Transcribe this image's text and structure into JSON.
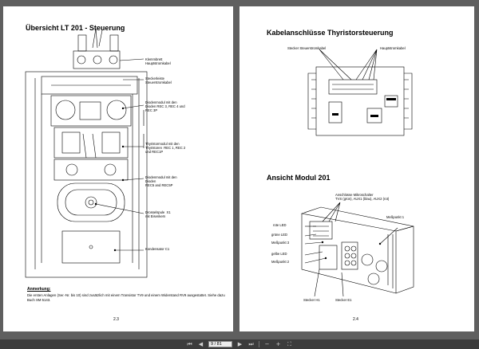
{
  "left_page": {
    "title": "Übersicht LT 201 - Steuerung",
    "labels": {
      "klemmbrett": "Klemmbrett\nHauptstromkabel",
      "steckerleiste": "Steckerleiste\nSteuerstromkabel",
      "diodenmodul1": "Diodenmodul mit den\nDioden REC 3, REC 4 und\nREC 3P",
      "thyristormodul": "Thyristormodul mit den\nThyristoren  REC 1, REC 2\nund REC1P",
      "diodenmodul2": "Diodenmodul mit den\nDioden\nREC5 and REC5P",
      "drossel": "Drosselspule  X1\nmit Eisenkern",
      "kondensator": "Kondensator C1"
    },
    "note_heading": "Anmerkung:",
    "note_text": "Die ersten Anlagen (Ser.-Nr. bis 10) sind zusätzlich mit einem Transistor TV9 und einem Widerstand RV9 ausgestattet. Siehe dazu  Buch SM 5143.",
    "page_number": "2.3"
  },
  "right_page": {
    "title1": "Kabelanschlüsse Thyristorsteuerung",
    "label_stecker": "Stecker Steuerstromkabel",
    "label_haupt": "Hauptstromkabel",
    "title2": "Ansicht Modul 201",
    "labels": {
      "anschluesse": "Anschlüsse Mikroschalter\nTVS (grün), AUX1 (blau), AUX2 (rot)",
      "rote_led": "rote LED",
      "gruene_led": "grüne LED",
      "messpunkt3": "Meßpunkt 3",
      "gelbe_led": "gelbe LED",
      "messpunkt2": "Meßpunkt 2",
      "messpunkt1": "Meßpunkt 1",
      "stecker_h1": "Stecker H1",
      "stecker_e1": "Stecker E1"
    },
    "page_number": "2.4"
  },
  "toolbar": {
    "page_input": "9 / 81"
  }
}
